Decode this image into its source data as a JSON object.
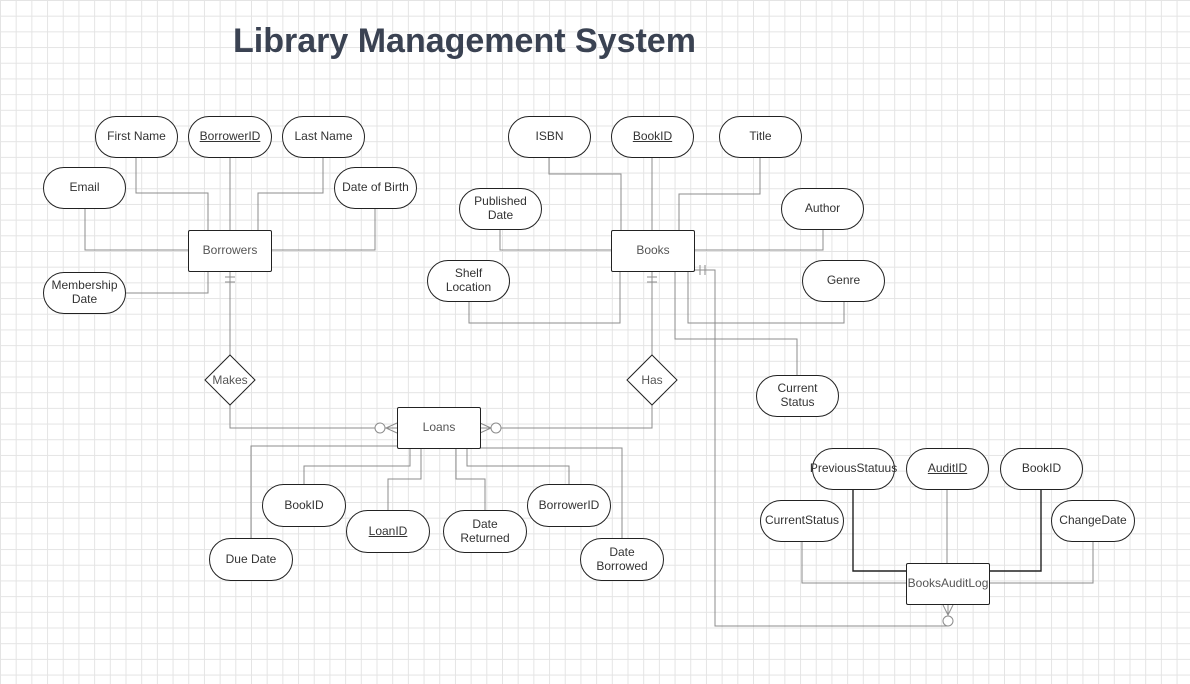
{
  "title": "Library Management System",
  "entities": {
    "borrowers": "Borrowers",
    "books": "Books",
    "loans": "Loans",
    "audit_log": "BooksAuditLog"
  },
  "relationships": {
    "makes": "Makes",
    "has": "Has"
  },
  "attributes": {
    "borrowers": {
      "first_name": "First Name",
      "borrower_id": "BorrowerID",
      "last_name": "Last Name",
      "email": "Email",
      "date_of_birth": "Date of Birth",
      "membership_date": "Membership Date"
    },
    "books": {
      "isbn": "ISBN",
      "book_id": "BookID",
      "title": "Title",
      "published_date": "Published Date",
      "author": "Author",
      "shelf_location": "Shelf Location",
      "genre": "Genre",
      "current_status": "Current Status"
    },
    "loans": {
      "book_id": "BookID",
      "loan_id": "LoanID",
      "date_returned": "Date Returned",
      "borrower_id": "BorrowerID",
      "due_date": "Due Date",
      "date_borrowed": "Date Borrowed"
    },
    "audit_log": {
      "previous_status": "PreviousStatuus",
      "audit_id": "AuditID",
      "book_id": "BookID",
      "current_status": "CurrentStatus",
      "change_date": "ChangeDate"
    }
  }
}
